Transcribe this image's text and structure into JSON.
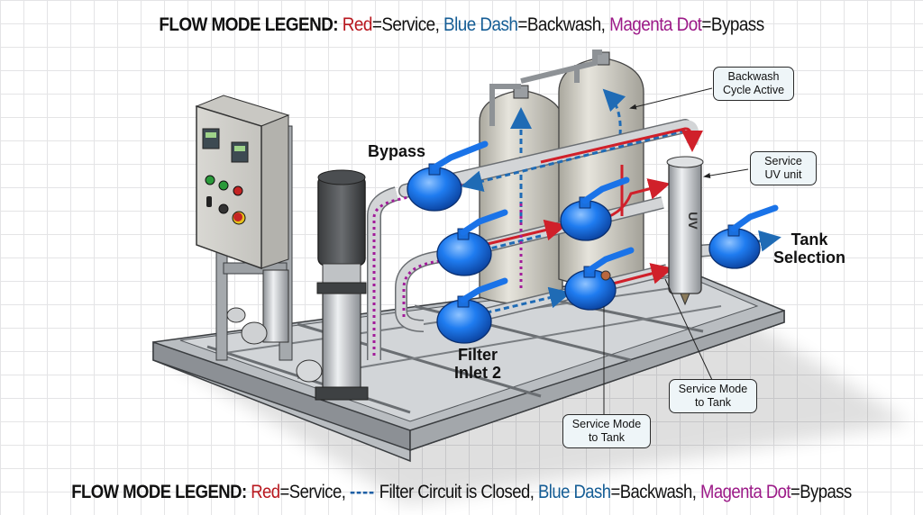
{
  "legend_top": {
    "lead": "FLOW MODE LEGEND:",
    "red_word": "Red",
    "red_meaning": "=Service, ",
    "blue_word": "Blue Dash",
    "blue_meaning": "=Backwash, ",
    "magenta_word": "Magenta Dot",
    "magenta_meaning": "=Bypass"
  },
  "legend_bottom": {
    "lead": "FLOW MODE LEGEND:",
    "red_word": "Red",
    "red_meaning": "=Service,",
    "dash_sample": "----",
    "closed_text": "Filter Circuit is Closed,",
    "blue_word": "Blue Dash",
    "blue_meaning": "=Backwash,",
    "magenta_word": "Magenta Dot",
    "magenta_meaning": "=Bypass"
  },
  "labels": {
    "bypass": "Bypass",
    "filter_inlet_line1": "Filter",
    "filter_inlet_line2": "Inlet 2",
    "tank_selection_line1": "Tank",
    "tank_selection_line2": "Selection",
    "uv_marking": "UV"
  },
  "callouts": {
    "backwash_line1": "Backwash",
    "backwash_line2": "Cycle Active",
    "uv_line1": "Service",
    "uv_line2": "UV unit",
    "service_a_line1": "Service Mode",
    "service_a_line2": "to Tank",
    "service_b_line1": "Service Mode",
    "service_b_line2": "to Tank"
  },
  "colors": {
    "service_red": "#d0202a",
    "backwash_blue": "#1f6bb5",
    "bypass_magenta": "#a21b9a",
    "valve_blue": "#1a73e8",
    "pipe_gray": "#c9cbcd",
    "tank_beige": "#cfcdc2",
    "frame_gray": "#9ea3a8"
  }
}
